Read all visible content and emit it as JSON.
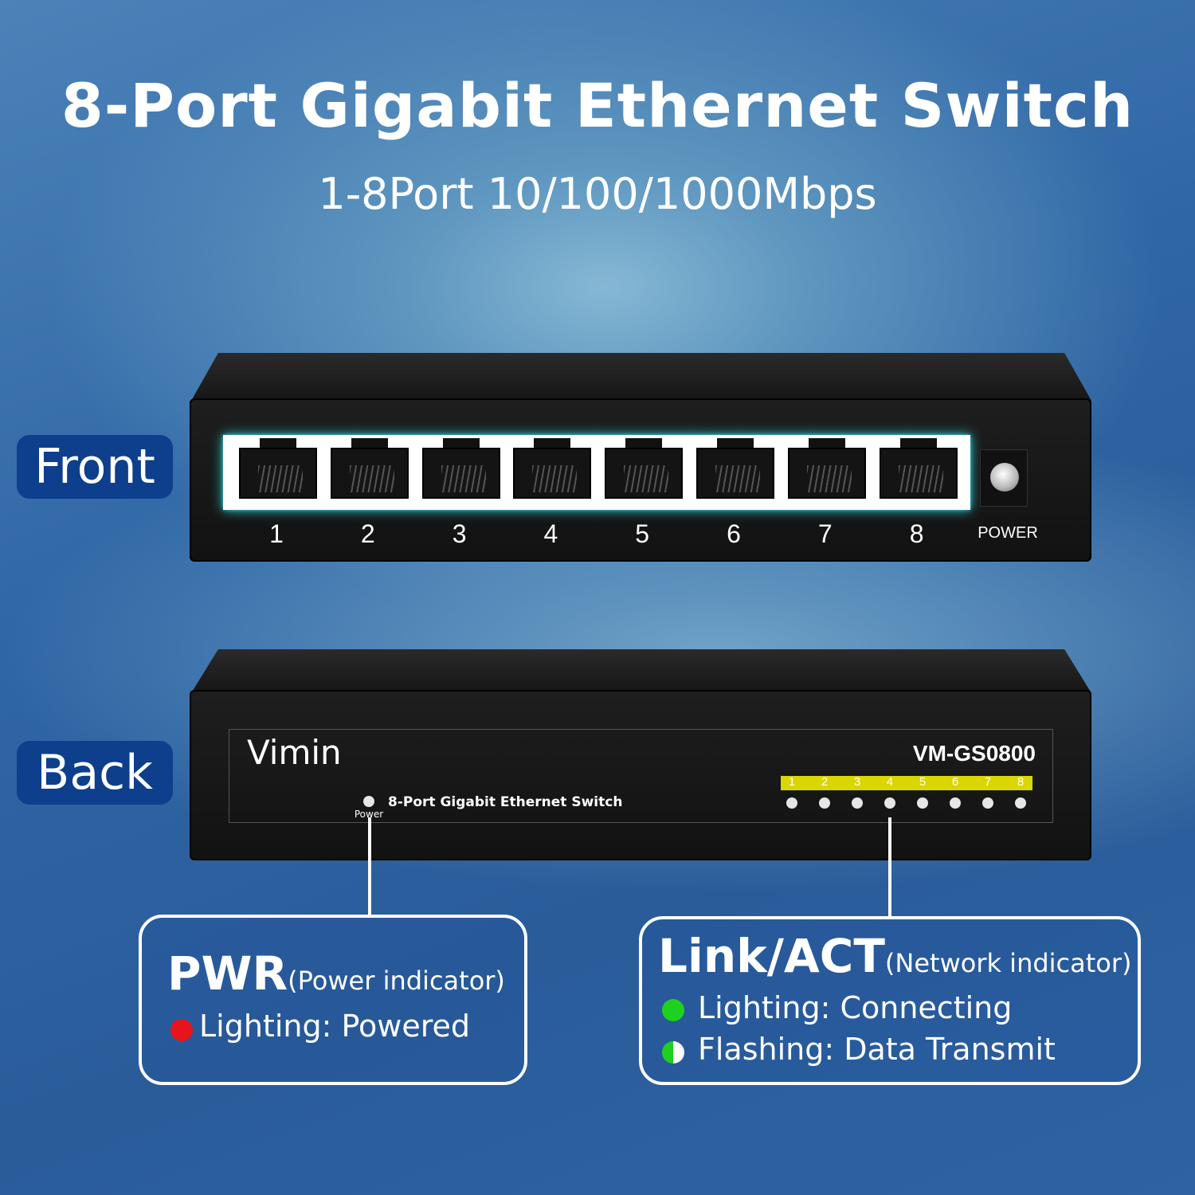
{
  "title": "8-Port Gigabit Ethernet Switch",
  "subtitle": "1-8Port 10/100/1000Mbps",
  "front": {
    "tag": "Front",
    "ports": [
      "1",
      "2",
      "3",
      "4",
      "5",
      "6",
      "7",
      "8"
    ],
    "power_label": "POWER"
  },
  "back": {
    "tag": "Back",
    "brand": "Vimin",
    "model": "VM-GS0800",
    "description": "8-Port Gigabit Ethernet Switch",
    "power_led_label": "Power",
    "led_numbers": [
      "1",
      "2",
      "3",
      "4",
      "5",
      "6",
      "7",
      "8"
    ]
  },
  "pwr_box": {
    "title": "PWR",
    "title_note": "(Power indicator)",
    "items": [
      {
        "text": "Lighting: Powered",
        "color": "#e8141c"
      }
    ]
  },
  "link_box": {
    "title": "Link/ACT",
    "title_note": "(Network indicator)",
    "items": [
      {
        "text": "Lighting: Connecting",
        "color": "#1fd11f"
      },
      {
        "text": "Flashing: Data Transmit",
        "color": "#1fd11f"
      }
    ]
  },
  "colors": {
    "tag_bg": "#0d3f8c",
    "led_bar": "#d9d600",
    "port_glow": "#33d6d6"
  }
}
